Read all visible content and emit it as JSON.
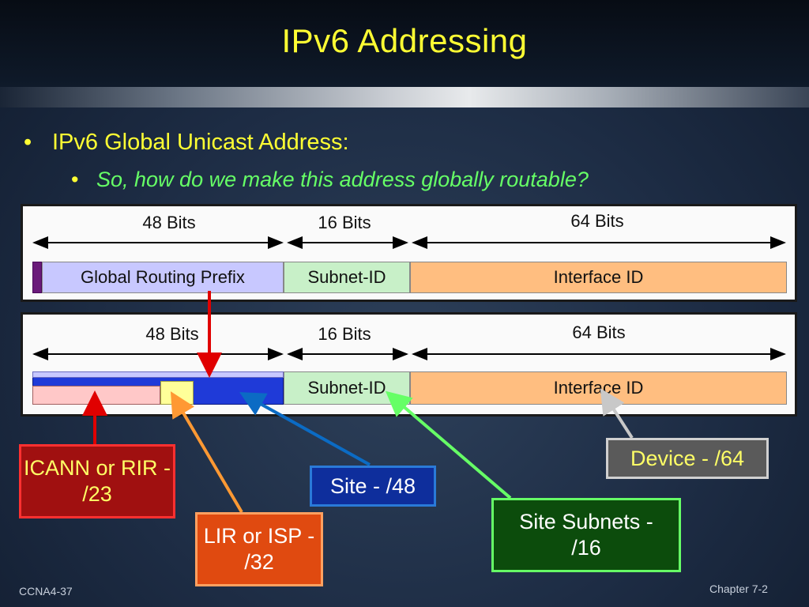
{
  "slide": {
    "title": "IPv6 Addressing",
    "bullet_1": "IPv6 Global Unicast Address:",
    "bullet_2": "So, how do we make this address globally routable?",
    "footer_left": "CCNA4-37",
    "footer_right": "Chapter 7-2"
  },
  "diagram_top": {
    "bits": [
      "48 Bits",
      "16 Bits",
      "64 Bits"
    ],
    "fields": [
      "Global Routing Prefix",
      "Subnet-ID",
      "Interface ID"
    ]
  },
  "diagram_bottom": {
    "bits": [
      "48 Bits",
      "16 Bits",
      "64 Bits"
    ],
    "fields": [
      "Subnet-ID",
      "Interface ID"
    ]
  },
  "callouts": {
    "icann": "ICANN or RIR  - /23",
    "lir": "LIR or ISP - /32",
    "site": "Site - /48",
    "subnets": "Site Subnets - /16",
    "device": "Device - /64"
  },
  "colors": {
    "title": "#ffff33",
    "prefix": "#c8c8ff",
    "subnet": "#c8f0c8",
    "interface": "#ffbe80",
    "site_blue": "#1f3ad8",
    "icann_block": "#ffc8c8",
    "lir_block": "#ffff99",
    "arrow_red": "#e00000",
    "arrow_orange": "#ff9933",
    "arrow_blue": "#0b6bc4",
    "arrow_green": "#66ff66",
    "arrow_gray": "#c8c8c8"
  }
}
